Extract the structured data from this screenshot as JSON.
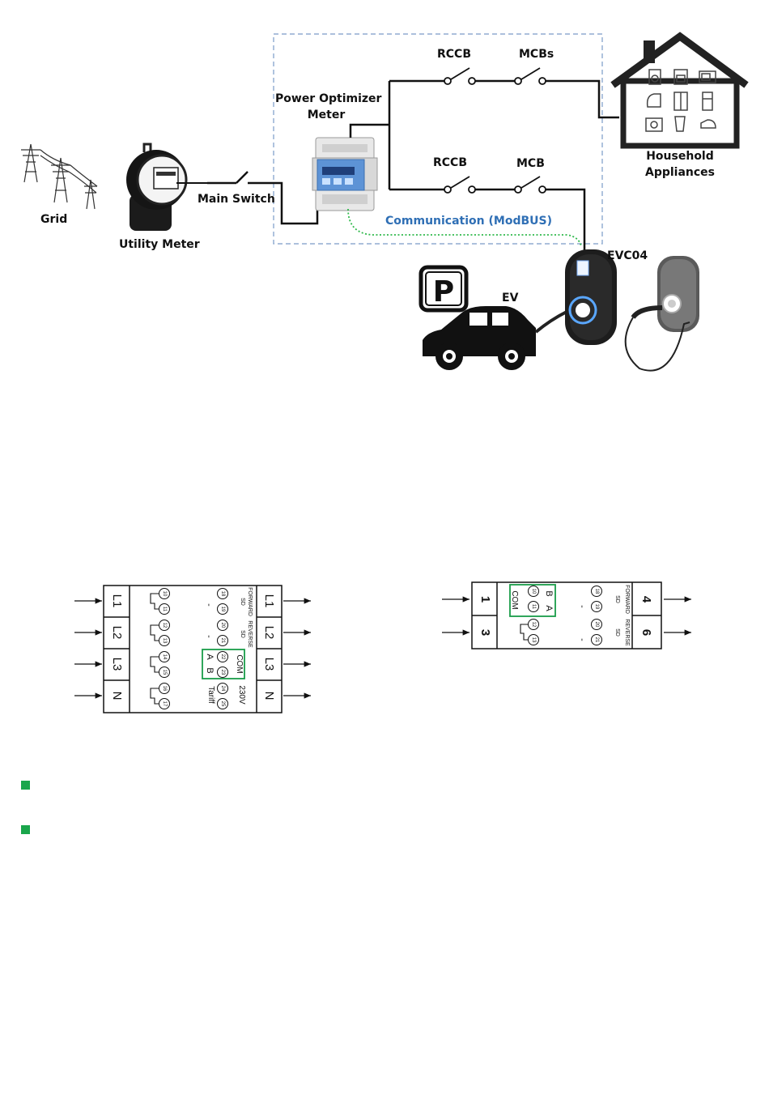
{
  "diagram": {
    "labels": {
      "grid": "Grid",
      "utility_meter": "Utility Meter",
      "main_switch": "Main Switch",
      "power_optimizer_line1": "Power Optimizer",
      "power_optimizer_line2": "Meter",
      "rccb_top": "RCCB",
      "mcbs_top": "MCBs",
      "rccb_bottom": "RCCB",
      "mcb_bottom": "MCB",
      "household_line1": "Household",
      "household_line2": "Appliances",
      "communication": "Communication (ModBUS)",
      "evc04": "EVC04",
      "ev": "EV",
      "parking": "P"
    }
  },
  "terminal_left": {
    "left_lines": [
      "L1",
      "L2",
      "L3",
      "N"
    ],
    "right_lines": [
      "L1",
      "L2",
      "L3",
      "N"
    ],
    "left_terminals": [
      "10",
      "11",
      "12",
      "13",
      "14",
      "15",
      "16",
      "17"
    ],
    "right_terminals": [
      "18",
      "19",
      "20",
      "21",
      "22",
      "23",
      "24",
      "25"
    ],
    "labels": {
      "minus1": "-",
      "minus2": "-",
      "sd_forward": "SD",
      "forward": "FORWARD",
      "sd_reverse": "SD",
      "reverse": "REVERSE",
      "a": "A",
      "b": "B",
      "com": "COM",
      "tariff": "Tariff",
      "v230": "230V"
    }
  },
  "terminal_right": {
    "left_lines": [
      "1",
      "3"
    ],
    "right_lines": [
      "4",
      "6"
    ],
    "terminals": [
      "10",
      "11",
      "12",
      "13",
      "18",
      "19",
      "20",
      "21"
    ],
    "labels": {
      "b": "B",
      "a": "A",
      "com": "COM",
      "minus1": "-",
      "minus2": "-",
      "sd1": "SD",
      "forward": "FORWARD",
      "sd2": "SD",
      "reverse": "REVERSE"
    }
  },
  "colors": {
    "bullet": "#1aa64b",
    "highlight_box": "#1a9d49",
    "comm_line": "#2eb84a",
    "comm_text": "#2f6fb5",
    "dashed_box": "#7a9bc7"
  }
}
